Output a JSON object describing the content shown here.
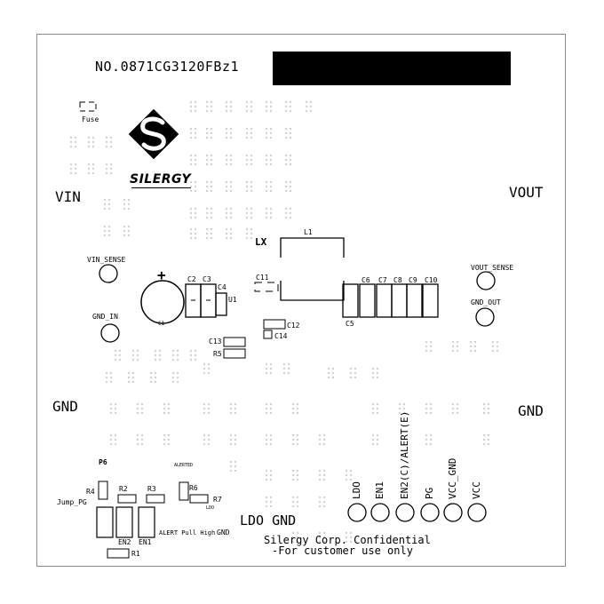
{
  "board": {
    "part_number": "NO.0871CG3120FBz1",
    "logo_text": "SILERGY",
    "silk": {
      "fuse": "Fuse",
      "vin": "VIN",
      "vout": "VOUT",
      "gnd_left": "GND",
      "gnd_right": "GND",
      "lx": "LX",
      "l1": "L1",
      "vin_sense": "VIN_SENSE",
      "gnd_in": "GND_IN",
      "vout_sense": "VOUT_SENSE",
      "gnd_out": "GND_OUT",
      "plus": "+",
      "c1": "C1",
      "c2": "C2",
      "c3": "C3",
      "c4": "C4",
      "u1": "U1",
      "c11": "C11",
      "c12": "C12",
      "c13": "C13",
      "c14": "C14",
      "r5": "R5",
      "c5": "C5",
      "c6": "C6",
      "c7": "C7",
      "c8": "C8",
      "c9": "C9",
      "c10": "C10",
      "p6": "P6",
      "r4": "R4",
      "jump_pg": "Jump_PG",
      "r2": "R2",
      "r3": "R3",
      "alerted": "ALERTED",
      "r6": "R6",
      "r7": "R7",
      "ldo_small": "LDO",
      "en2": "EN2",
      "en1": "EN1",
      "r1": "R1",
      "alert_pull_high": "ALERT Pull High",
      "gnd_small": "GND",
      "ldo_gnd": "LDO GND",
      "confidential_1": "Silergy Corp. Confidential",
      "confidential_2": "-For customer use only"
    },
    "test_points": [
      {
        "label": "LDO"
      },
      {
        "label": "EN1"
      },
      {
        "label": "EN2(C)/ALERT(E)"
      },
      {
        "label": "PG"
      },
      {
        "label": "VCC_GND"
      },
      {
        "label": "VCC"
      }
    ]
  }
}
